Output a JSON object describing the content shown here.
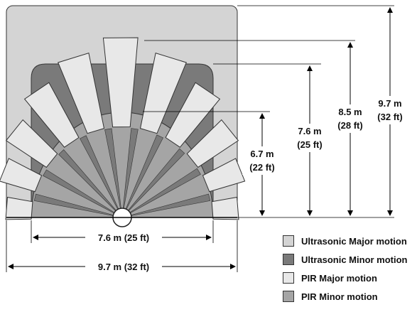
{
  "colors": {
    "ultrasonic_major": "#d4d4d4",
    "ultrasonic_minor": "#7a7a7a",
    "pir_major": "#e8e8e8",
    "pir_minor": "#a5a5a5",
    "outline": "#333333"
  },
  "dimensions": {
    "pir_minor_height_m": "6.7 m",
    "pir_minor_height_ft": "(22 ft)",
    "ultrasonic_minor_height_m": "7.6 m",
    "ultrasonic_minor_height_ft": "(25 ft)",
    "pir_major_height_m": "8.5 m",
    "pir_major_height_ft": "(28 ft)",
    "ultrasonic_major_height_m": "9.7 m",
    "ultrasonic_major_height_ft": "(32 ft)",
    "ultrasonic_minor_width": "7.6 m (25 ft)",
    "ultrasonic_major_width": "9.7 m (32 ft)"
  },
  "legend": [
    {
      "label": "Ultrasonic Major motion",
      "color": "#d4d4d4"
    },
    {
      "label": "Ultrasonic Minor motion",
      "color": "#7a7a7a"
    },
    {
      "label": "PIR Major motion",
      "color": "#e8e8e8"
    },
    {
      "label": "PIR Minor motion",
      "color": "#a5a5a5"
    }
  ]
}
